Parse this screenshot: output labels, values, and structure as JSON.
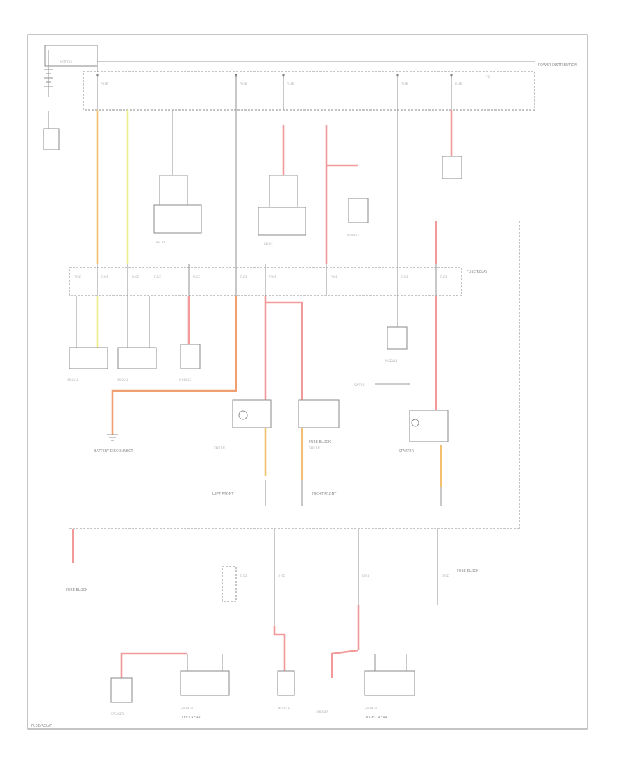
{
  "diagram": {
    "battery_label": "BATTERY",
    "labels": {
      "l1": "POWER DISTRIBUTION",
      "l2": "FUSE/RELAY",
      "l3": "FUSE/RELAY",
      "l4": "BATTERY DISCONNECT",
      "l5": "FUSE BLOCK",
      "l6": "FUSE BLOCK",
      "l7": "LEFT FRONT",
      "l8": "RIGHT FRONT",
      "l9": "LEFT REAR",
      "l10": "RIGHT REAR",
      "l11": "STARTER",
      "l12": "FUSE BLOCK"
    },
    "colors": {
      "red_wire": "#f29a9a",
      "orange_wire": "#f0a070",
      "yellow_wire": "#ecec88",
      "line": "#9a9a9a"
    }
  }
}
